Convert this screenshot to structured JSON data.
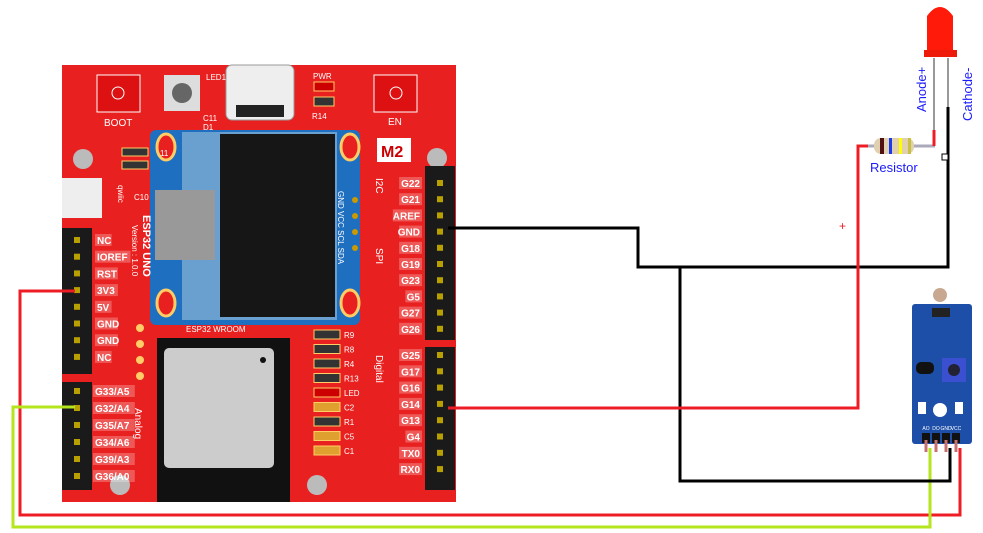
{
  "board": {
    "buttons": {
      "boot": "BOOT",
      "en": "EN"
    },
    "badge": "M2",
    "labels": {
      "pwr": "PWR",
      "r14": "R14",
      "led1": "LED1",
      "c11": "C11",
      "d1": "D1",
      "c10": "C10",
      "qwiic": "qwiic",
      "name": "ESP32 UNO",
      "version": "Version : 1.0.0",
      "module": "ESP32 WROOM",
      "i2c": "I2C",
      "spi": "SPI",
      "digital": "Digital",
      "analog": "Analog",
      "oled_pins": "GND VCC SCL SDA",
      "u11": "11"
    },
    "components": [
      "R9",
      "R8",
      "R4",
      "R13",
      "LED",
      "C2",
      "R1",
      "C5",
      "C1"
    ],
    "power_pins": [
      "NC",
      "IOREF",
      "RST",
      "3V3",
      "5V",
      "GND",
      "GND",
      "NC"
    ],
    "analog_pins": [
      "G33/A5",
      "G32/A4",
      "G35/A7",
      "G34/A6",
      "G39/A3",
      "G36/A0"
    ],
    "top_right_pins": [
      "G22",
      "G21",
      "AREF",
      "GND",
      "G18",
      "G19",
      "G23",
      "G5",
      "G27",
      "G26"
    ],
    "digital_pins": [
      "G25",
      "G17",
      "G16",
      "G14",
      "G13",
      "G4",
      "TX0",
      "RX0"
    ]
  },
  "led": {
    "anode": "Anode+",
    "cathode": "Cathode-"
  },
  "resistor": {
    "label": "Resistor"
  },
  "plus_mark": "+",
  "sensor": {
    "pins": [
      "AO",
      "DO",
      "GND",
      "VCC"
    ]
  },
  "colors": {
    "board": "#e8201f",
    "wire_power": "#ee1c24",
    "wire_ground": "#000000",
    "wire_signal": "#b5e61d",
    "led": "#ff1a0a",
    "sensor": "#1d4fa8"
  }
}
